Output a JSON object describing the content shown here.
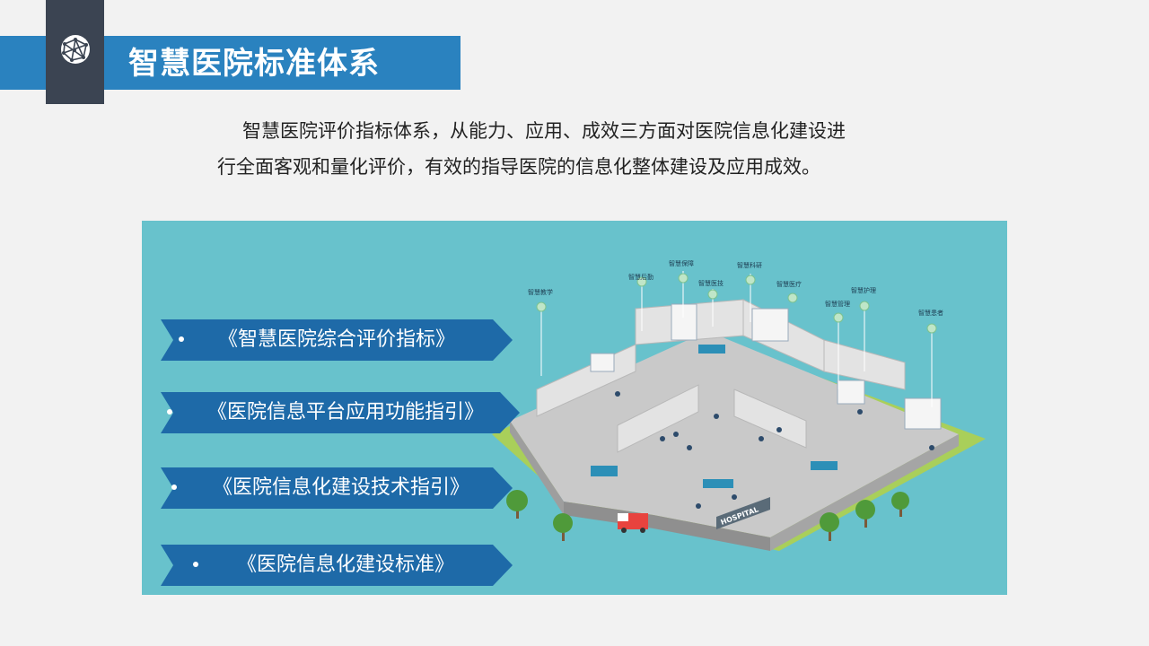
{
  "header": {
    "title": "智慧医院标准体系",
    "icon": "network-sphere-icon"
  },
  "intro": {
    "line1": "智慧医院评价指标体系，从能力、应用、成效三方面对医院信息化建设进",
    "line2": "行全面客观和量化评价，有效的指导医院的信息化整体建设及应用成效。"
  },
  "standards": [
    {
      "label": "《智慧医院综合评价指标》"
    },
    {
      "label": "《医院信息平台应用功能指引》"
    },
    {
      "label": "《医院信息化建设技术指引》"
    },
    {
      "label": "《医院信息化建设标准》"
    }
  ],
  "illustration": {
    "labels": [
      "智慧教学",
      "智慧后勤",
      "智慧保障",
      "智慧医技",
      "智慧科研",
      "智慧医疗",
      "智慧管理",
      "智慧护理",
      "智慧患者"
    ],
    "building_sign": "HOSPITAL"
  },
  "colors": {
    "title_bar": "#2a82bf",
    "icon_box": "#3b4452",
    "panel": "#68c2cc",
    "ribbon": "#1e6aa8"
  }
}
